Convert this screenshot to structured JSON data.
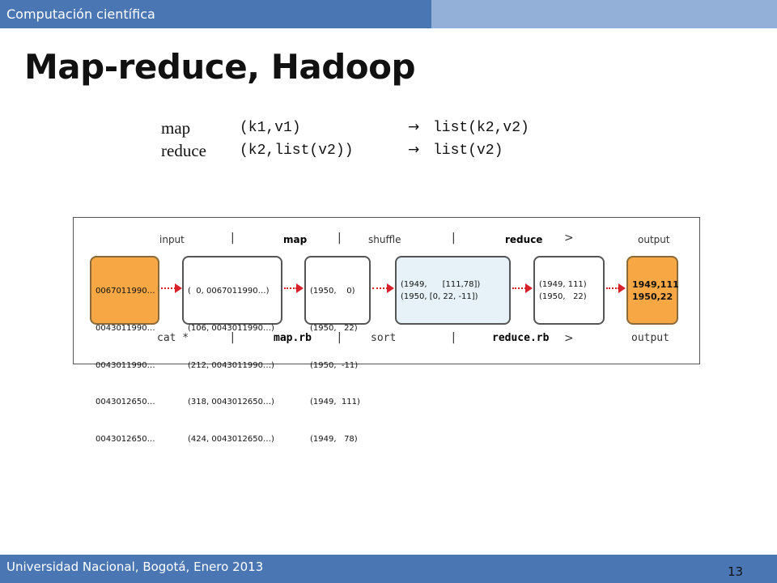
{
  "header": {
    "course": "Computación científica"
  },
  "slide": {
    "title": "Map-reduce, Hadoop"
  },
  "formulas": [
    {
      "name": "map",
      "args": "(k1,v1)",
      "arrow": "→",
      "result": "list(k2,v2)"
    },
    {
      "name": "reduce",
      "args": "(k2,list(v2))",
      "arrow": "→",
      "result": "list(v2)"
    }
  ],
  "figure": {
    "header_labels": {
      "input": "input",
      "map": "map",
      "shuffle": "shuffle",
      "reduce": "reduce",
      "output": "output"
    },
    "header_separators": [
      "|",
      "|",
      "|",
      ">"
    ],
    "footer_labels": {
      "input": "cat *",
      "map": "map.rb",
      "shuffle": "sort",
      "reduce": "reduce.rb",
      "output": "output"
    },
    "footer_separators": [
      "|",
      "|",
      "|",
      ">"
    ],
    "boxes": {
      "input": [
        "0067011990…",
        "0043011990…",
        "0043011990…",
        "0043012650…",
        "0043012650…"
      ],
      "map_out": [
        "(  0, 0067011990…)",
        "(106, 0043011990…)",
        "(212, 0043011990…)",
        "(318, 0043012650…)",
        "(424, 0043012650…)"
      ],
      "map_pairs": [
        "(1950,    0)",
        "(1950,   22)",
        "(1950,  -11)",
        "(1949,  111)",
        "(1949,   78)"
      ],
      "shuffle_out": [
        "(1949,      [111,78])",
        "(1950, [0, 22, -11])"
      ],
      "reduce_out": [
        "(1949, 111)",
        "(1950,   22)"
      ],
      "output": [
        "1949,111",
        "1950,22"
      ]
    },
    "colors": {
      "input_box": "#f7a743",
      "output_box": "#f7a743",
      "shuffle_box": "#e6f2f8",
      "arrow": "#d8202a"
    }
  },
  "footer": {
    "institution": "Universidad Nacional, Bogotá, Enero 2013",
    "page_number": "13"
  },
  "theme": {
    "bar_dark": "#4a76b4",
    "bar_light": "#93b1d8"
  }
}
